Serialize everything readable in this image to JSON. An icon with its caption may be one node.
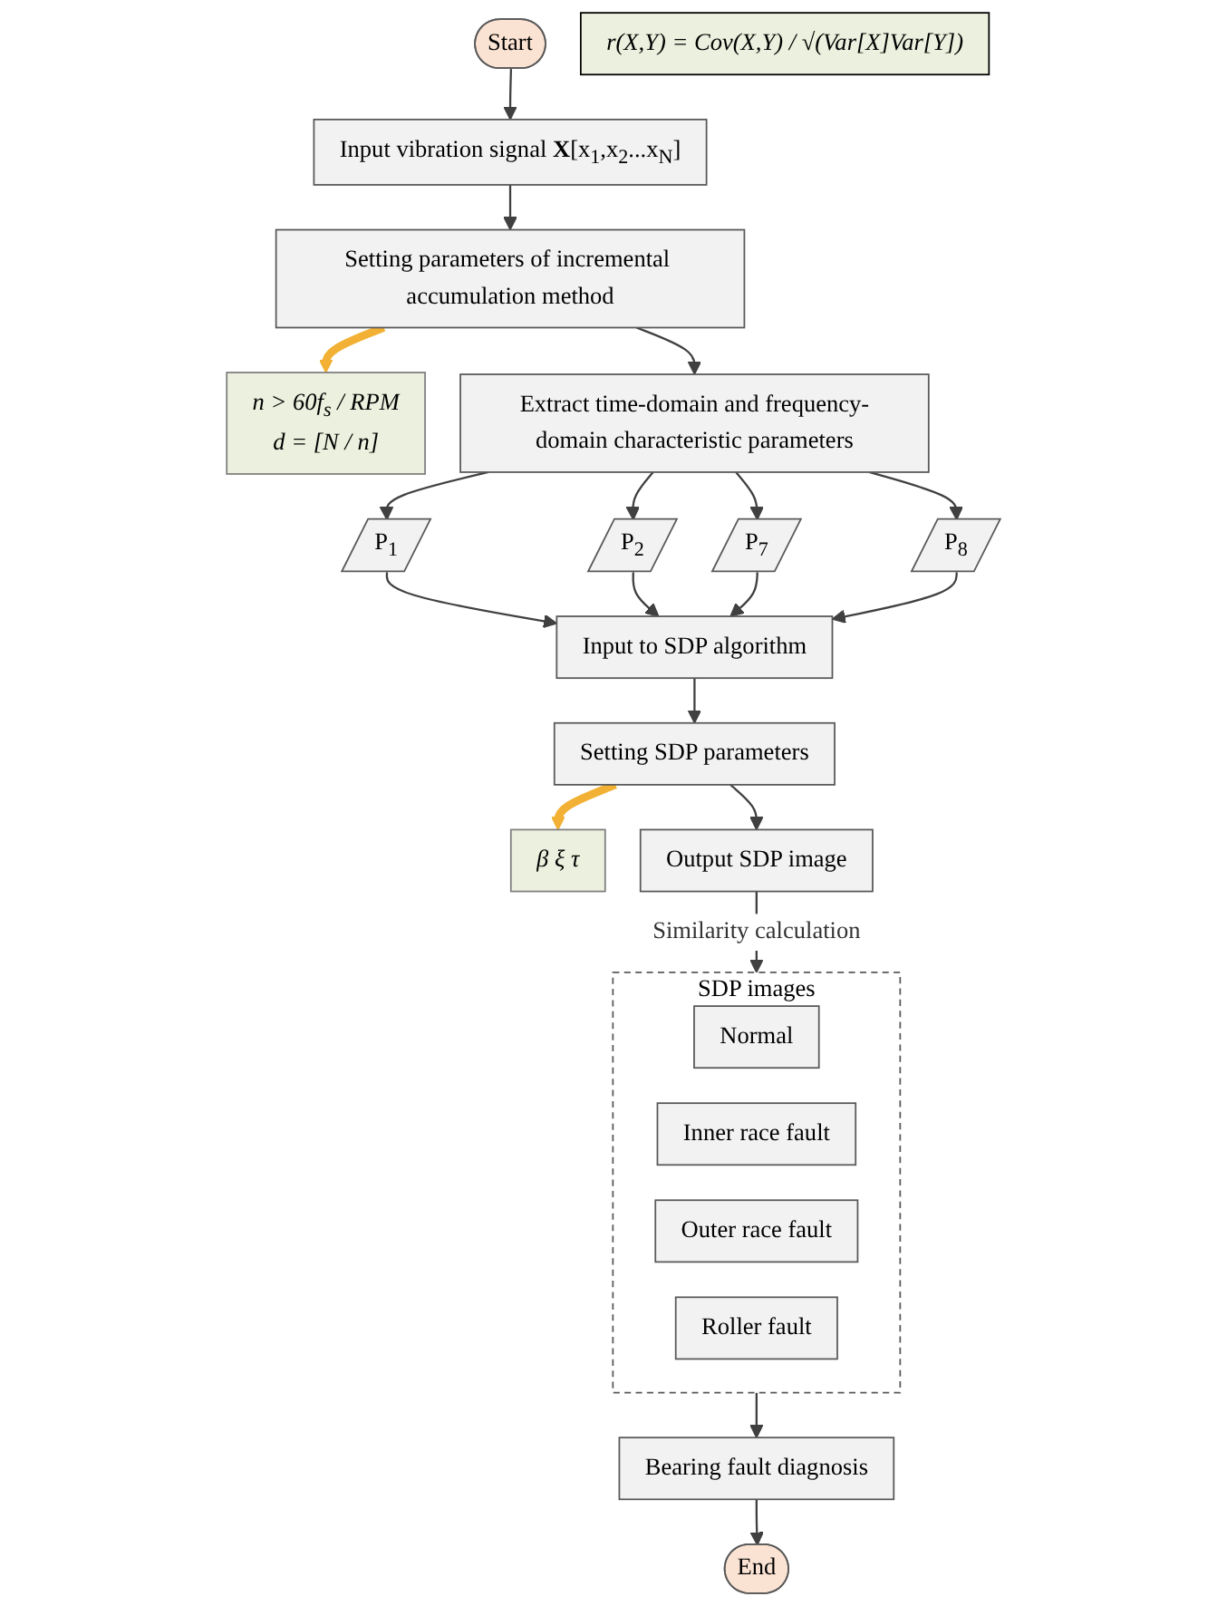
{
  "diagram": {
    "nodes": [
      {
        "text": [
          "Start"
        ]
      },
      {
        "text": [
          "Input vibration signal **X**[x$_{1}$,x$_{2}$...x$_{N}$]"
        ]
      },
      {
        "text": [
          "Setting parameters of incremental accumulation method"
        ]
      },
      {
        "text": [
          "n > 60f$_{s}$ / RPM",
          "d = [N / n]"
        ]
      },
      {
        "text": [
          "Extract time-domain and frequency-domain characteristic parameters"
        ]
      },
      {
        "text": [
          "P$_{1}$"
        ]
      },
      {
        "text": [
          "P$_{2}$"
        ]
      },
      {
        "text": [
          "P$_{7}$"
        ]
      },
      {
        "text": [
          "P$_{8}$"
        ]
      },
      {
        "text": [
          "Input to SDP algorithm"
        ]
      },
      {
        "text": [
          "Setting  SDP parameters"
        ]
      },
      {
        "text": [
          "β   ξ   τ"
        ]
      },
      {
        "text": [
          "Output SDP image"
        ]
      },
      {
        "text": [
          "SDP images"
        ]
      },
      {
        "text": [
          "Normal"
        ],
        "in": 13
      },
      {
        "text": [
          "Inner race fault"
        ],
        "in": 13
      },
      {
        "text": [
          "Outer race fault"
        ],
        "in": 13
      },
      {
        "text": [
          "Roller fault"
        ],
        "in": 13
      },
      {
        "text": [
          "r(X,Y) = Cov(X,Y) / √(Var[X]Var[Y])"
        ]
      },
      {
        "text": [
          "Bearing fault diagnosis"
        ]
      },
      {
        "text": [
          "End"
        ]
      }
    ],
    "edges": [
      {
        "from": 0,
        "to": 1,
        "arrow": "to"
      },
      {
        "from": 1,
        "to": 2,
        "arrow": "to"
      },
      {
        "from": 2,
        "to": 3,
        "arrow": "to",
        "style": "thick",
        "color": "#f2b134"
      },
      {
        "from": 2,
        "to": 4,
        "arrow": "to"
      },
      {
        "from": 4,
        "to": 5,
        "arrow": "to"
      },
      {
        "from": 4,
        "to": 6,
        "arrow": "to"
      },
      {
        "from": 4,
        "to": 7,
        "arrow": "to"
      },
      {
        "from": 4,
        "to": 8,
        "arrow": "to"
      },
      {
        "from": 5,
        "to": 9,
        "arrow": "to"
      },
      {
        "from": 6,
        "to": 9,
        "arrow": "to"
      },
      {
        "from": 7,
        "to": 9,
        "arrow": "to"
      },
      {
        "from": 8,
        "to": 9,
        "arrow": "to"
      },
      {
        "from": 9,
        "to": 10,
        "arrow": "to"
      },
      {
        "from": 10,
        "to": 11,
        "arrow": "to",
        "style": "thick",
        "color": "#f2b134"
      },
      {
        "from": 10,
        "to": 12,
        "arrow": "to"
      },
      {
        "from": 12,
        "to": 13,
        "arrow": "to",
        "label": "Similarity calculation"
      },
      {
        "from": 13,
        "to": 19,
        "arrow": "to"
      },
      {
        "from": 19,
        "to": 20,
        "arrow": "to"
      }
    ]
  }
}
